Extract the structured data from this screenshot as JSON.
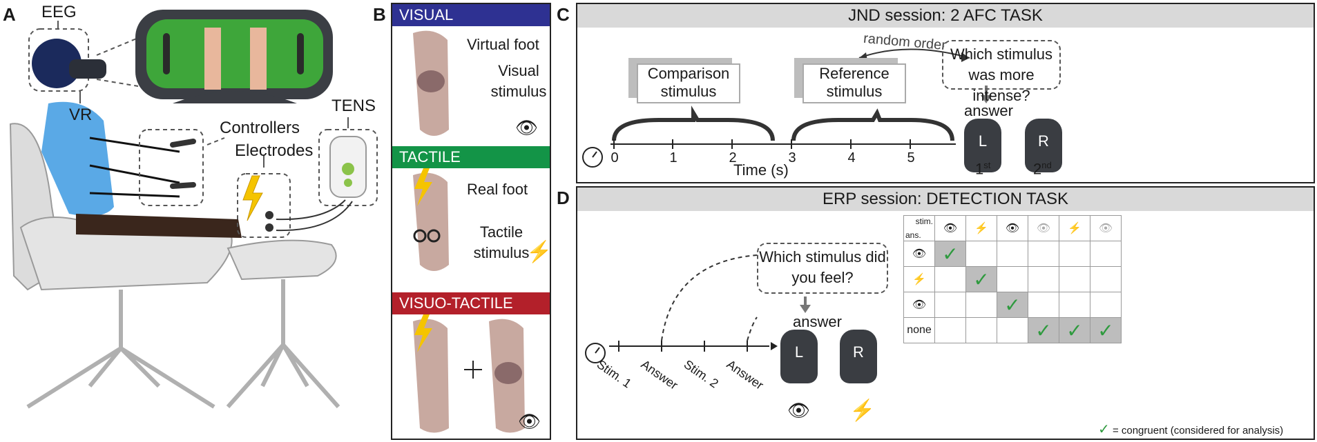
{
  "panel_a": {
    "letter": "A",
    "labels": {
      "eeg": "EEG",
      "vr": "VR",
      "controllers": "Controllers",
      "electrodes": "Electrodes",
      "tens": "TENS"
    }
  },
  "panel_b": {
    "letter": "B",
    "sections": [
      {
        "title": "VISUAL",
        "color": "#2e3192",
        "labels": [
          "Virtual foot",
          "Visual stimulus"
        ]
      },
      {
        "title": "TACTILE",
        "color": "#139447",
        "labels": [
          "Real foot",
          "Tactile stimulus"
        ]
      },
      {
        "title": "VISUO-TACTILE",
        "color": "#b3202a",
        "labels": []
      }
    ]
  },
  "panel_c": {
    "letter": "C",
    "title": "JND session: 2 AFC TASK",
    "random_order": "random order",
    "comparison": "Comparison stimulus",
    "reference": "Reference stimulus",
    "question": "Which stimulus was more intense?",
    "answer": "answer",
    "ticks": [
      "0",
      "1",
      "2",
      "3",
      "4",
      "5"
    ],
    "axis_label": "Time (s)",
    "buttons": [
      {
        "letter": "L",
        "ordinal": "1",
        "sup": "st"
      },
      {
        "letter": "R",
        "ordinal": "2",
        "sup": "nd"
      }
    ]
  },
  "panel_d": {
    "letter": "D",
    "title": "ERP session: DETECTION TASK",
    "question": "Which stimulus did you feel?",
    "answer": "answer",
    "timeline": [
      "Stim. 1",
      "Answer",
      "Stim. 2",
      "Answer"
    ],
    "buttons": [
      "L",
      "R"
    ],
    "table": {
      "corner_ans": "ans.",
      "corner_stim": "stim.",
      "row_last": "none",
      "congruent": [
        [
          0,
          0
        ],
        [
          1,
          1
        ],
        [
          2,
          2
        ],
        [
          3,
          3
        ],
        [
          3,
          4
        ],
        [
          3,
          5
        ]
      ]
    },
    "legend": "= congruent (considered for analysis)"
  },
  "colors": {
    "visual": "#2e3192",
    "tactile": "#139447",
    "visuotactile": "#b3202a",
    "green_screen": "#3ea63a",
    "shirt": "#5aa9e6",
    "check": "#2e9a3e",
    "bolt": "#f5c400"
  }
}
